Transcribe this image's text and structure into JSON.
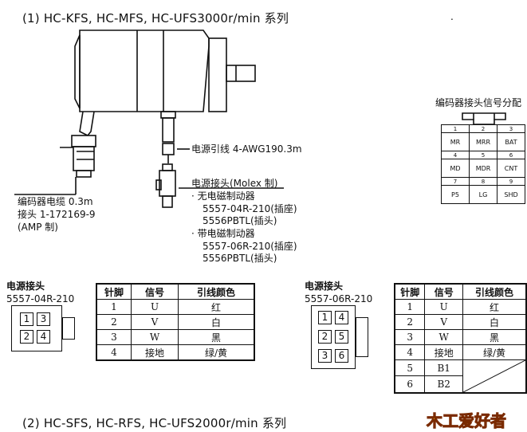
{
  "title_top": "(1) HC-KFS, HC-MFS, HC-UFS3000r/min 系列",
  "title_bottom": "(2) HC-SFS, HC-RFS, HC-UFS2000r/min 系列",
  "stray_dot": ".",
  "encoder_label": {
    "line1": "编码器电缆 0.3m",
    "line2": "接头 1-172169-9",
    "line3": "(AMP 制)"
  },
  "power_lead": "电源引线 4-AWG190.3m",
  "power_connector": {
    "title": "电源接头(Molex 制)",
    "no_brake": "· 无电磁制动器",
    "no_brake_socket": "5557-04R-210(插座)",
    "no_brake_plug": "5556PBTL(插头)",
    "with_brake": "· 带电磁制动器",
    "with_brake_socket": "5557-06R-210(插座)",
    "with_brake_plug": "5556PBTL(插头)"
  },
  "signal_map": {
    "title": "编码器接头信号分配",
    "rows": [
      {
        "nums": [
          "1",
          "2",
          "3"
        ],
        "names": [
          "MR",
          "MRR",
          "BAT"
        ]
      },
      {
        "nums": [
          "4",
          "5",
          "6"
        ],
        "names": [
          "MD",
          "MDR",
          "CNT"
        ]
      },
      {
        "nums": [
          "7",
          "8",
          "9"
        ],
        "names": [
          "P5",
          "LG",
          "SHD"
        ]
      }
    ]
  },
  "left_connector": {
    "label1": "电源接头",
    "label2": "5557-04R-210",
    "pins": [
      "1",
      "3",
      "2",
      "4"
    ]
  },
  "right_connector": {
    "label1": "电源接头",
    "label2": "5557-06R-210",
    "pins": [
      "1",
      "4",
      "2",
      "5",
      "3",
      "6"
    ]
  },
  "table_left": {
    "headers": [
      "针脚",
      "信号",
      "引线颜色"
    ],
    "rows": [
      [
        "1",
        "U",
        "红"
      ],
      [
        "2",
        "V",
        "白"
      ],
      [
        "3",
        "W",
        "黑"
      ],
      [
        "4",
        "接地",
        "绿/黄"
      ]
    ]
  },
  "table_right": {
    "headers": [
      "针脚",
      "信号",
      "引线颜色"
    ],
    "rows": [
      [
        "1",
        "U",
        "红"
      ],
      [
        "2",
        "V",
        "白"
      ],
      [
        "3",
        "W",
        "黑"
      ],
      [
        "4",
        "接地",
        "绿/黄"
      ],
      [
        "5",
        "B1",
        ""
      ],
      [
        "6",
        "B2",
        ""
      ]
    ]
  },
  "logo_text": "木工爱好者"
}
